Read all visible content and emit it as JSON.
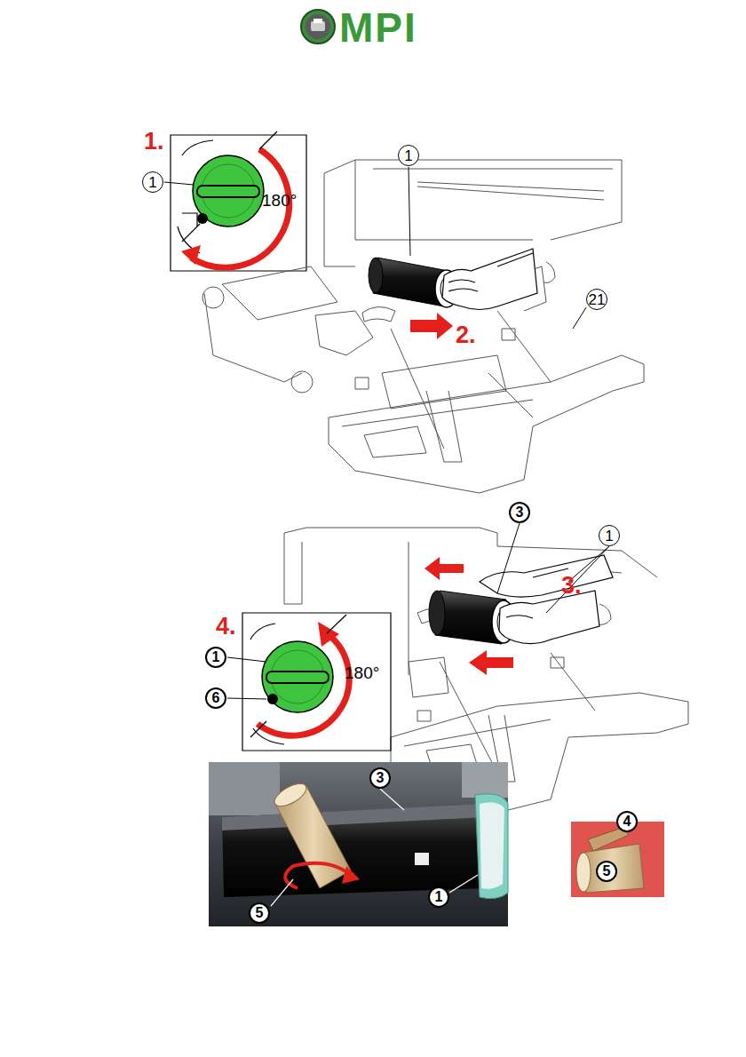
{
  "diagram": {
    "labels": [
      "MPI",
      "1.",
      "1",
      "180°",
      "1",
      "21",
      "2.",
      "3",
      "1",
      "3.",
      "4.",
      "1",
      "180°",
      "6",
      "3",
      "5",
      "1",
      "4",
      "5"
    ]
  }
}
